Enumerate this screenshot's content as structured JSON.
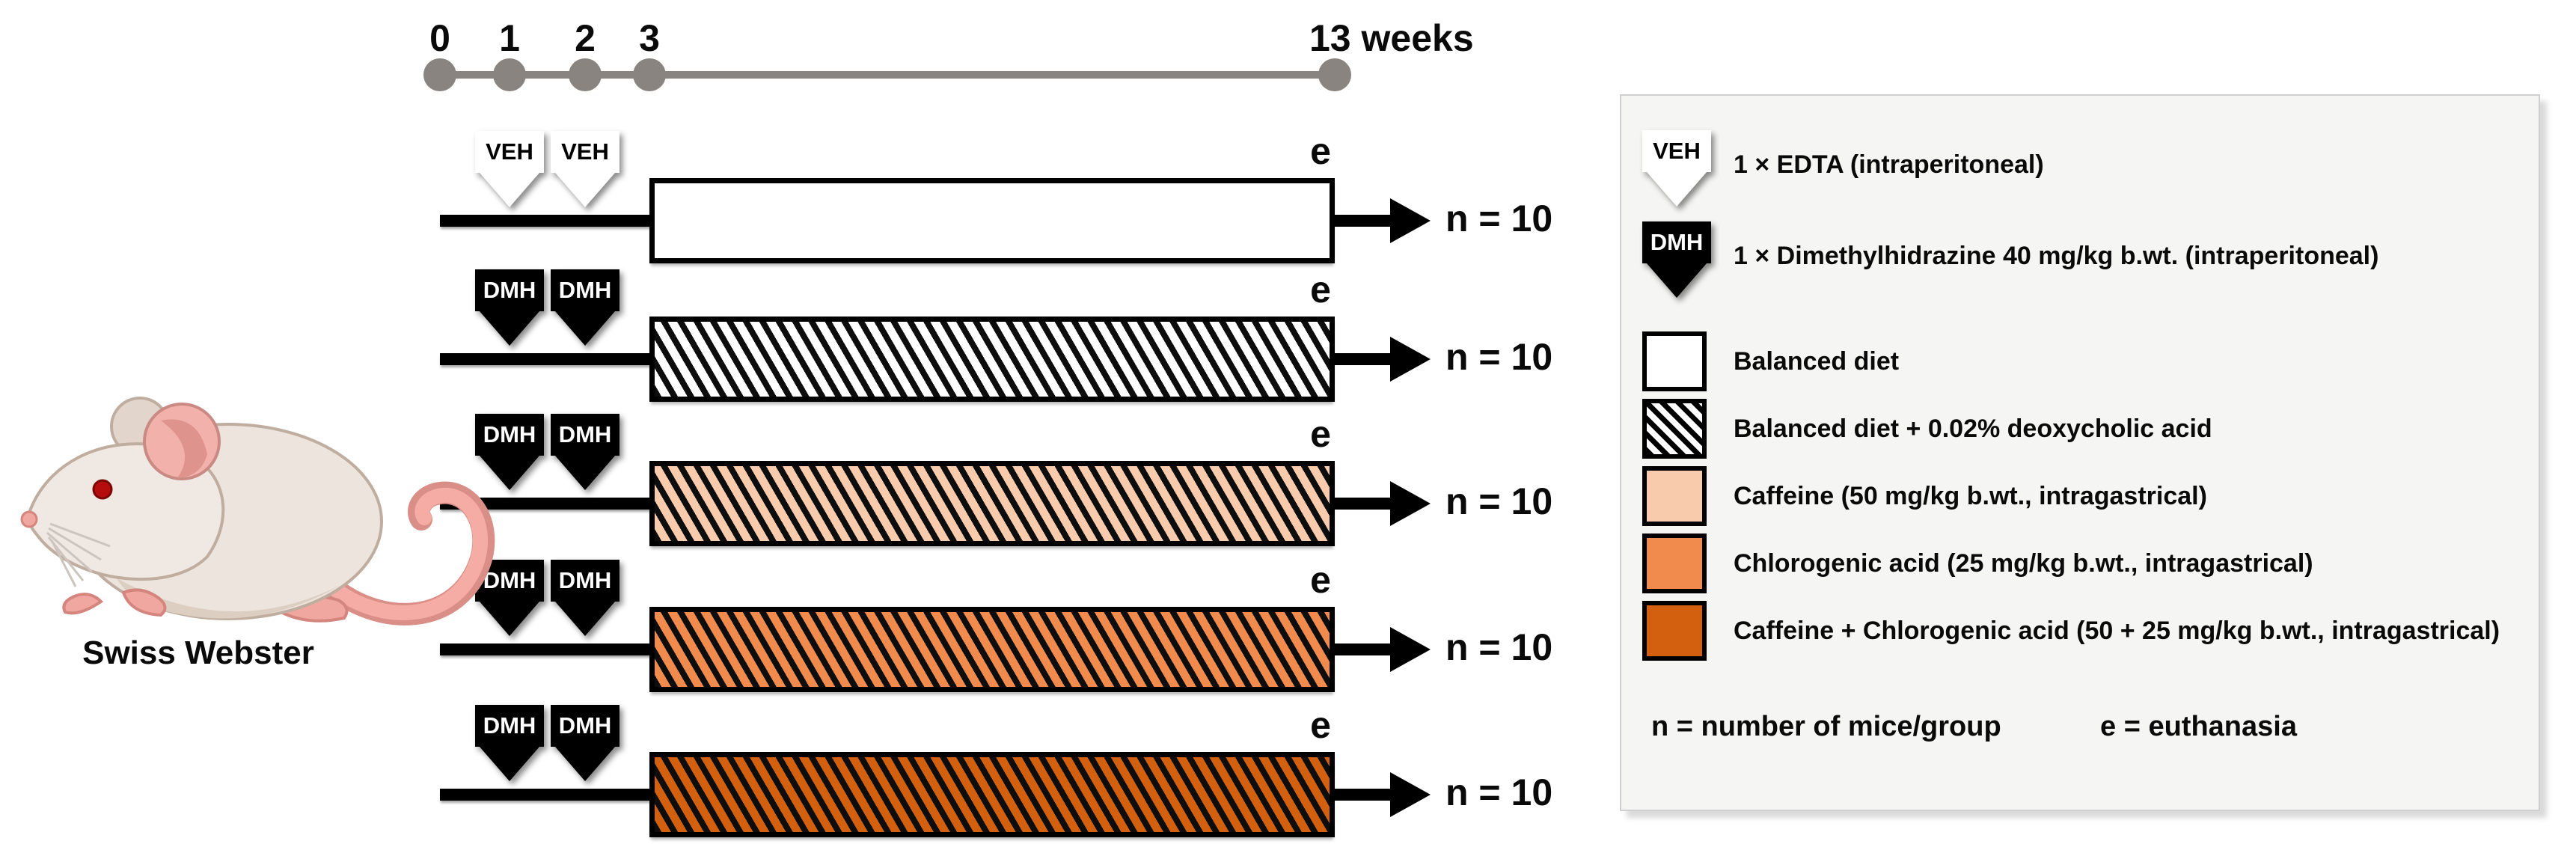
{
  "colors": {
    "caffeine": "#F8CBAD",
    "chlorogenic": "#F08A4D",
    "combo": "#D2600E",
    "timeline": "#8a8480",
    "legend-bg": "#f5f5f3"
  },
  "timeline": {
    "ticks": [
      "0",
      "1",
      "2",
      "3"
    ],
    "end_label": "13 weeks"
  },
  "rows": [
    {
      "markers": [
        "VEH",
        "VEH"
      ],
      "bar": "balanced-diet",
      "e_label": "e",
      "n_label": "n = 10"
    },
    {
      "markers": [
        "DMH",
        "DMH"
      ],
      "bar": "balanced-diet-deoxycholic",
      "e_label": "e",
      "n_label": "n = 10"
    },
    {
      "markers": [
        "DMH",
        "DMH"
      ],
      "bar": "caffeine",
      "e_label": "e",
      "n_label": "n = 10"
    },
    {
      "markers": [
        "DMH",
        "DMH"
      ],
      "bar": "chlorogenic-acid",
      "e_label": "e",
      "n_label": "n = 10"
    },
    {
      "markers": [
        "DMH",
        "DMH"
      ],
      "bar": "caffeine-chlorogenic-acid",
      "e_label": "e",
      "n_label": "n = 10"
    }
  ],
  "subject": {
    "label": "Swiss Webster"
  },
  "legend": {
    "veh_icon_label": "VEH",
    "dmh_icon_label": "DMH",
    "items": [
      {
        "icon": "veh-pin",
        "label": "1 × EDTA (intraperitoneal)"
      },
      {
        "icon": "dmh-pin",
        "label": "1 × Dimethylhidrazine 40 mg/kg b.wt. (intraperitoneal)"
      },
      {
        "icon": "swatch-white",
        "label": "Balanced diet"
      },
      {
        "icon": "swatch-hatch",
        "label": "Balanced diet + 0.02% deoxycholic acid"
      },
      {
        "icon": "swatch-caffeine",
        "label": "Caffeine (50 mg/kg b.wt., intragastrical)"
      },
      {
        "icon": "swatch-chlorogenic",
        "label": "Chlorogenic acid (25 mg/kg b.wt., intragastrical)"
      },
      {
        "icon": "swatch-combo",
        "label": "Caffeine + Chlorogenic acid (50 + 25 mg/kg b.wt., intragastrical)"
      }
    ],
    "notes": {
      "n": "n = number of mice/group",
      "e": "e = euthanasia"
    }
  }
}
